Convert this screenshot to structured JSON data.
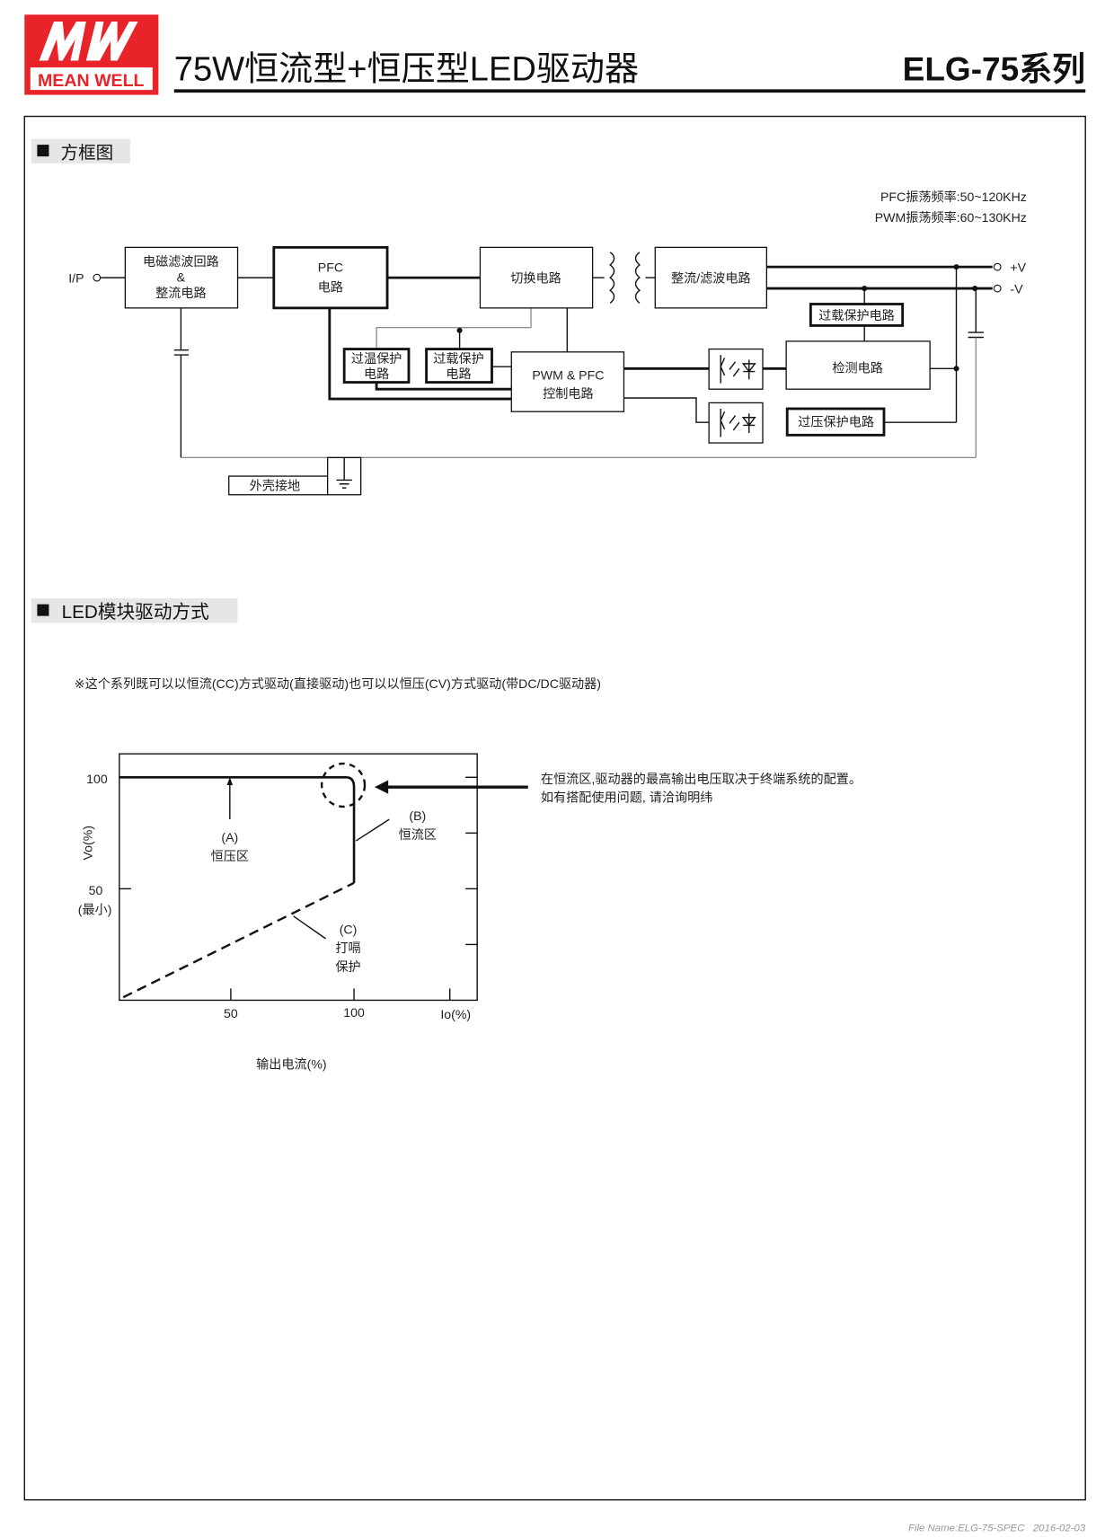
{
  "header": {
    "logo_text": "MW",
    "logo_brand": "MEAN WELL",
    "title": "75W恒流型+恒压型LED驱动器",
    "series": "ELG-75系列",
    "brand_color": "#e8232a"
  },
  "block_diagram": {
    "section_title": "方框图",
    "freq_pfc": "PFC振荡频率:50~120KHz",
    "freq_pwm": "PWM振荡频率:60~130KHz",
    "input_label": "I/P",
    "emi_line1": "电磁滤波回路",
    "emi_line2": "&",
    "emi_line3": "整流电路",
    "pfc_line1": "PFC",
    "pfc_line2": "电路",
    "switch": "切换电路",
    "rectifier": "整流/滤波电路",
    "out_pos": "+V",
    "out_neg": "-V",
    "olp_top": "过载保护电路",
    "detect": "检测电路",
    "ovp": "过压保护电路",
    "pwm_line1": "PWM & PFC",
    "pwm_line2": "控制电路",
    "otp_line1": "过温保护",
    "otp_line2": "电路",
    "olp_line1": "过载保护",
    "olp_line2": "电路",
    "ground": "外壳接地"
  },
  "led_drive": {
    "section_title": "LED模块驱动方式",
    "note": "※这个系列既可以以恒流(CC)方式驱动(直接驱动)也可以以恒压(CV)方式驱动(带DC/DC驱动器)",
    "y_axis_label": "Vo(%)",
    "y_tick_100": "100",
    "y_tick_50": "50",
    "y_tick_50_note": "(最小)",
    "x_tick_50": "50",
    "x_tick_100": "100",
    "x_axis_unit": "Io(%)",
    "x_axis_title": "输出电流(%)",
    "region_a_id": "(A)",
    "region_a": "恒压区",
    "region_b_id": "(B)",
    "region_b": "恒流区",
    "region_c_id": "(C)",
    "region_c_line1": "打嗝",
    "region_c_line2": "保护",
    "annotation_line1": "在恒流区,驱动器的最高输出电压取决于终端系统的配置。",
    "annotation_line2": "如有搭配使用问题, 请洽询明纬"
  },
  "footer": {
    "file_name": "File Name:ELG-75-SPEC   2016-02-03"
  }
}
